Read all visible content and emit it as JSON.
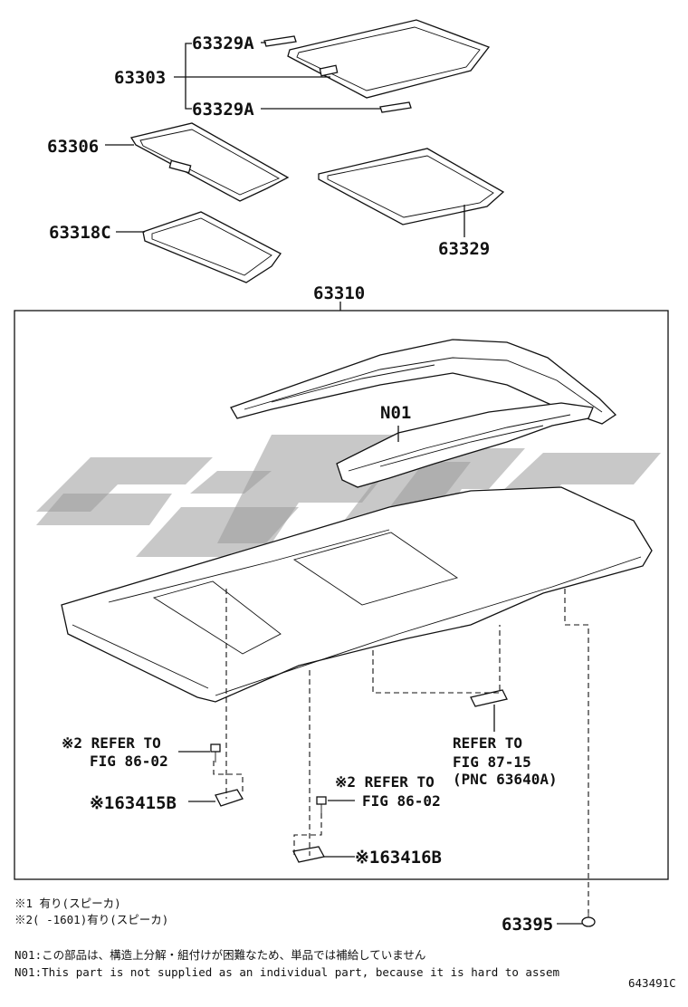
{
  "callouts": {
    "p63329A_top": "63329A",
    "p63303": "63303",
    "p63329A_bottom": "63329A",
    "p63306": "63306",
    "p63318C": "63318C",
    "p63329": "63329",
    "p63310": "63310",
    "n01": "N01",
    "p63415B": "※163415B",
    "p63416B": "※163416B",
    "p63395": "63395"
  },
  "references": {
    "fig8602_left": [
      "※2 REFER TO",
      "FIG 86-02"
    ],
    "fig8602_right": [
      "※2 REFER TO",
      "FIG 86-02"
    ],
    "fig8715": [
      "REFER TO",
      "FIG 87-15",
      "(PNC 63640A)"
    ]
  },
  "notes": {
    "note1": "※1 有り(スピーカ)",
    "note2": "※2(     -1601)有り(スピーカ)",
    "n01_jp": "N01:この部品は、構造上分解・組付けが困難なため、単品では補給していません",
    "n01_en": "N01:This part is not supplied as an individual part,  because it is hard to assem"
  },
  "figure_id": "643491C"
}
